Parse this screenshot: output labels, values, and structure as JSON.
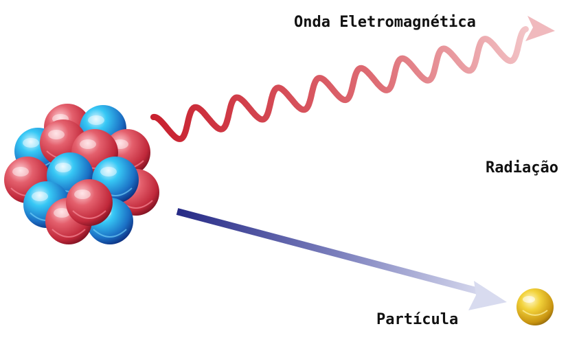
{
  "labels": {
    "wave": "Onda Eletromagnética",
    "radiation": "Radiação",
    "particle": "Partícula"
  },
  "colors": {
    "proton": "#d23a48",
    "neutron": "#1f8fd6",
    "wave_start": "#c8202e",
    "wave_end": "#f3c4c7",
    "beam_start": "#2a2f8a",
    "beam_end": "#dcdff2",
    "particle": "#e6b81c"
  },
  "icons": {
    "nucleus": "atomic-nucleus-icon",
    "wave_arrow": "wavy-arrow-icon",
    "beam_arrow": "straight-arrow-icon",
    "particle": "particle-sphere-icon"
  }
}
